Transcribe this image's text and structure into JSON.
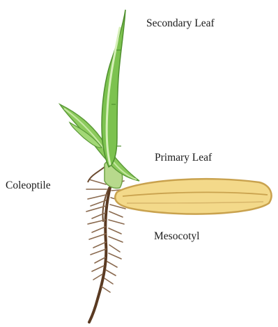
{
  "labels": {
    "secondary_leaf": "Secondary Leaf",
    "primary_leaf": "Primary Leaf",
    "coleoptile": "Coleoptile",
    "mesocotyl": "Mesocotyl"
  },
  "colors": {
    "leaf_dark": "#7cc24f",
    "leaf_light": "#c6e8a2",
    "seed_fill": "#f3d98a",
    "seed_edge": "#c9a24e",
    "root": "#5a3a22",
    "root_hair": "#8a6a4f"
  }
}
